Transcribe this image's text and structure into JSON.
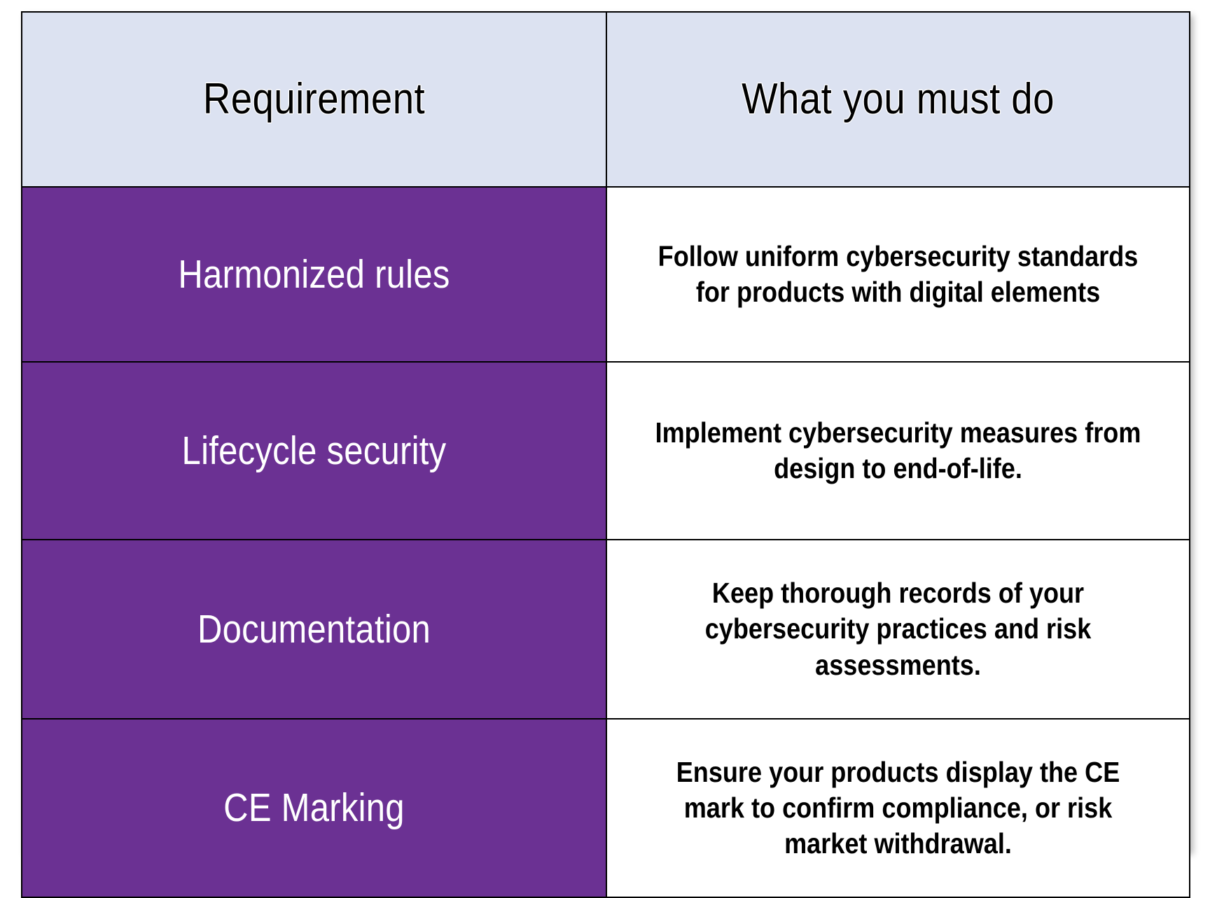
{
  "table": {
    "columns": [
      {
        "key": "requirement",
        "header": "Requirement"
      },
      {
        "key": "action",
        "header": "What you must do"
      }
    ],
    "header": {
      "col0": "Requirement",
      "col1": "What you must do"
    },
    "rows": [
      {
        "requirement": "Harmonized rules",
        "action": "Follow uniform cybersecurity standards for products with digital elements"
      },
      {
        "requirement": "Lifecycle security",
        "action": "Implement cybersecurity measures from design to end-of-life."
      },
      {
        "requirement": "Documentation",
        "action": "Keep thorough records of your cybersecurity practices and risk assessments."
      },
      {
        "requirement": "CE Marking",
        "action": "Ensure your products display the CE mark to confirm compliance, or risk market withdrawal."
      }
    ]
  },
  "colors": {
    "header_background": "#dce2f1",
    "requirement_cell_background": "#6b3193",
    "requirement_cell_text": "#ffffff",
    "action_cell_background": "#ffffff",
    "action_cell_text": "#000000",
    "border": "#000000",
    "page_background": "#ffffff"
  }
}
